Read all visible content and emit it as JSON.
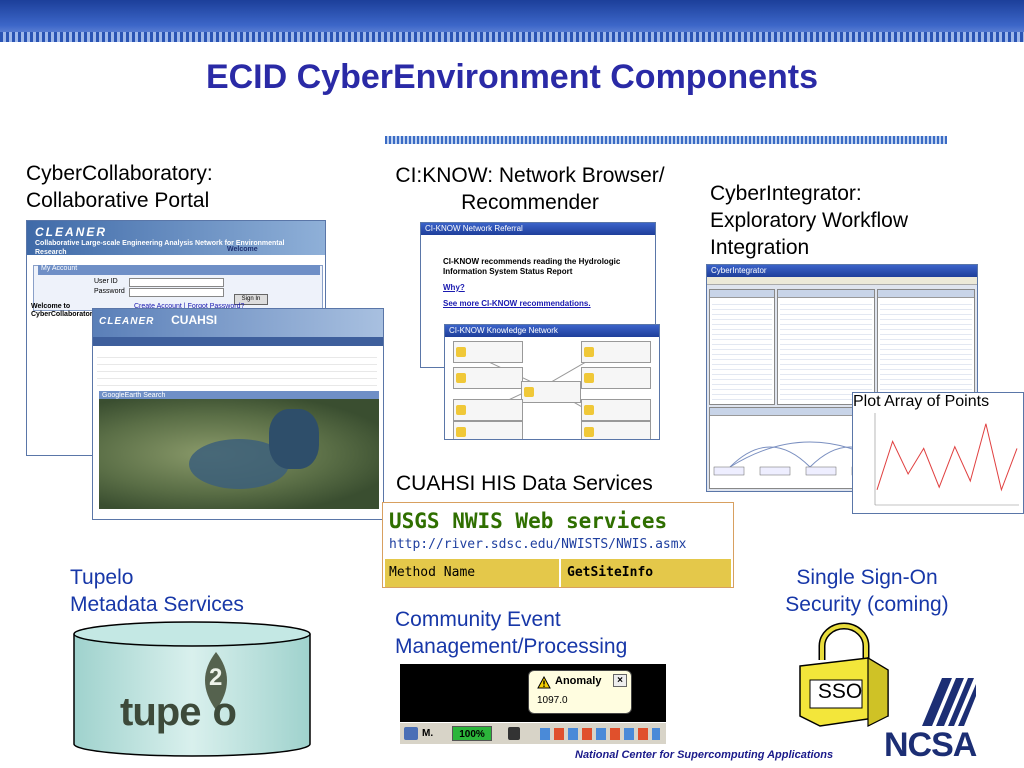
{
  "slide": {
    "title": "ECID CyberEnvironment Components",
    "footer": "National Center for Supercomputing Applications",
    "logo_text": "NCSA"
  },
  "labels": {
    "collab_line1": "CyberCollaboratory:",
    "collab_line2": "Collaborative Portal",
    "ciknow_line1": "CI:KNOW: Network Browser/",
    "ciknow_line2": "Recommender",
    "integrator_line1": "CyberIntegrator:",
    "integrator_line2": "Exploratory Workflow",
    "integrator_line3": "Integration",
    "cuahsi": "CUAHSI HIS Data Services",
    "tupelo_line1": "Tupelo",
    "tupelo_line2": "Metadata Services",
    "event_line1": "Community Event",
    "event_line2": "Management/Processing",
    "sso_line1": "Single Sign-On",
    "sso_line2": "Security (coming)",
    "sso_lock": "SSO"
  },
  "collab": {
    "brand": "CLEANER",
    "tagline": "Collaborative Large-scale Engineering Analysis Network for Environmental Research",
    "welcome": "Welcome",
    "my_account": "My Account",
    "user_id": "User ID",
    "password": "Password",
    "sign_in": "Sign In",
    "create_account": "Create Account | Forgot Password?",
    "welcome_to": "Welcome to CyberCollaboratory",
    "cuahsi_brand": "CUAHSI",
    "map_search": "GoogleEarth Search"
  },
  "ciknow": {
    "window_title": "CI-KNOW Network Referral",
    "message": "CI-KNOW recommends reading the Hydrologic Information System Status Report",
    "why": "Why?",
    "see_more": "See more CI-KNOW recommendations.",
    "network_title": "CI-KNOW Knowledge Network"
  },
  "integrator": {
    "window_title": "CyberIntegrator",
    "plot_title": "Plot Array of Points",
    "plot_points": [
      150,
      700,
      330,
      620,
      180,
      640,
      250,
      900,
      150,
      620
    ]
  },
  "usgs": {
    "title": "USGS NWIS Web services",
    "url": "http://river.sdsc.edu/NWISTS/NWIS.asmx",
    "col1": "Method Name",
    "col2": "GetSiteInfo"
  },
  "anomaly": {
    "title": "Anomaly",
    "value": "1097.0",
    "zoom": "100%",
    "taskbar_label": "M."
  },
  "tupelo": {
    "logo_text": "tupe",
    "logo_tail": "o",
    "version": "2"
  },
  "colors": {
    "title": "#2a2aa6",
    "label_blue": "#1737a8",
    "usgs_green": "#2f6f00",
    "lock_yellow": "#f3e63a"
  }
}
